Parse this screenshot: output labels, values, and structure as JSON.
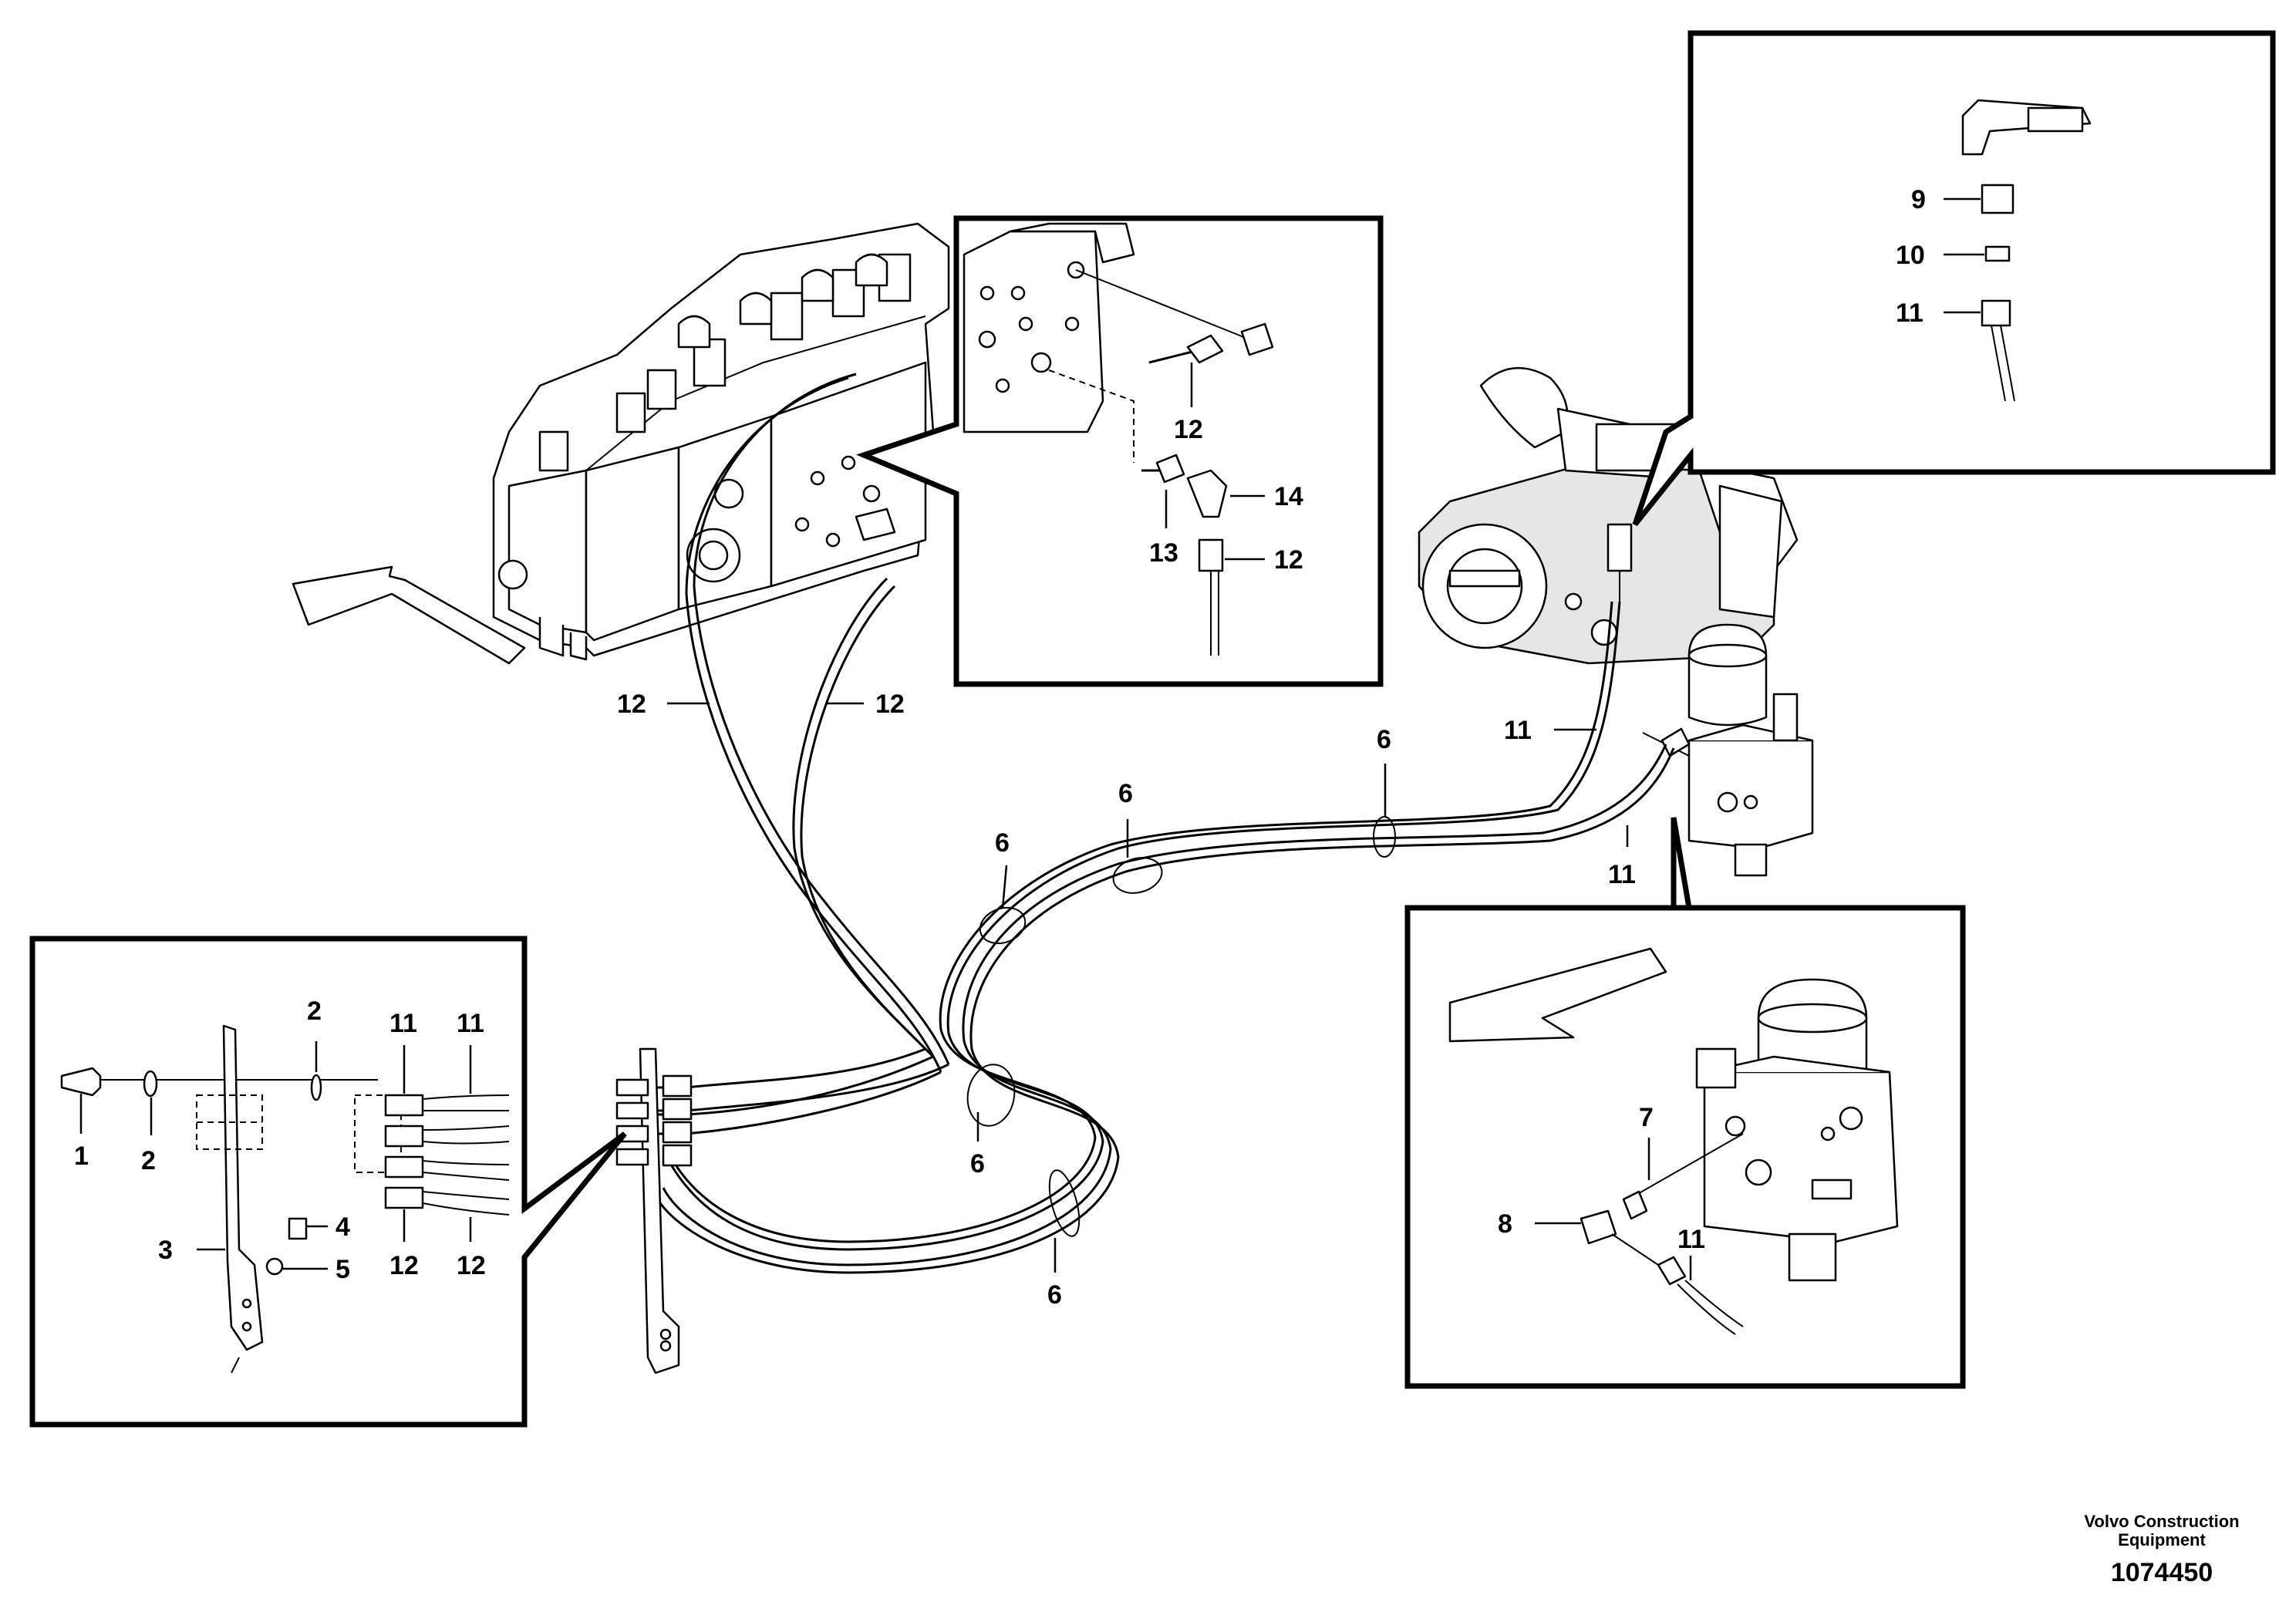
{
  "diagram": {
    "part_callouts": {
      "main": [
        "12",
        "12",
        "6",
        "6",
        "6",
        "6",
        "6",
        "11",
        "11"
      ],
      "inset_valve_block": [
        "12",
        "14",
        "13",
        "12"
      ],
      "inset_pump_fitting": [
        "9",
        "10",
        "11"
      ],
      "inset_bracket": [
        "1",
        "2",
        "2",
        "3",
        "4",
        "5",
        "11",
        "11",
        "12",
        "12"
      ],
      "inset_accumulator_valve": [
        "7",
        "8",
        "11"
      ]
    }
  },
  "footer": {
    "company_line1": "Volvo Construction",
    "company_line2": "Equipment",
    "drawing_number": "1074450"
  }
}
